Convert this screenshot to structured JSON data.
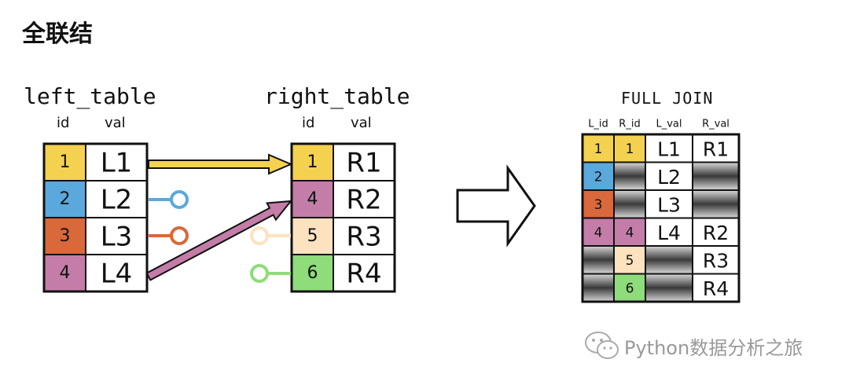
{
  "title": "全联结",
  "left_table": {
    "name": "left_table",
    "col_id": "id",
    "col_val": "val",
    "rows": [
      {
        "id": "1",
        "val": "L1",
        "color": "#f4d24f"
      },
      {
        "id": "2",
        "val": "L2",
        "color": "#5ba9dc"
      },
      {
        "id": "3",
        "val": "L3",
        "color": "#d9683a"
      },
      {
        "id": "4",
        "val": "L4",
        "color": "#c47da8"
      }
    ]
  },
  "right_table": {
    "name": "right_table",
    "col_id": "id",
    "col_val": "val",
    "rows": [
      {
        "id": "1",
        "val": "R1",
        "color": "#f4d24f"
      },
      {
        "id": "4",
        "val": "R2",
        "color": "#c47da8"
      },
      {
        "id": "5",
        "val": "R3",
        "color": "#fde2c0"
      },
      {
        "id": "6",
        "val": "R4",
        "color": "#8fdc7a"
      }
    ]
  },
  "result_table": {
    "name": "FULL JOIN",
    "headers": [
      "L_id",
      "R_id",
      "L_val",
      "R_val"
    ],
    "rows": [
      [
        {
          "t": "1",
          "c": "#f4d24f"
        },
        {
          "t": "1",
          "c": "#f4d24f"
        },
        {
          "t": "L1"
        },
        {
          "t": "R1"
        }
      ],
      [
        {
          "t": "2",
          "c": "#5ba9dc"
        },
        {
          "null": true
        },
        {
          "t": "L2"
        },
        {
          "null": true
        }
      ],
      [
        {
          "t": "3",
          "c": "#d9683a"
        },
        {
          "null": true
        },
        {
          "t": "L3"
        },
        {
          "null": true
        }
      ],
      [
        {
          "t": "4",
          "c": "#c47da8"
        },
        {
          "t": "4",
          "c": "#c47da8"
        },
        {
          "t": "L4"
        },
        {
          "t": "R2"
        }
      ],
      [
        {
          "null": true
        },
        {
          "t": "5",
          "c": "#fde2c0"
        },
        {
          "null": true
        },
        {
          "t": "R3"
        }
      ],
      [
        {
          "null": true
        },
        {
          "t": "6",
          "c": "#8fdc7a"
        },
        {
          "null": true
        },
        {
          "t": "R4"
        }
      ]
    ]
  },
  "watermark": "Python数据分析之旅"
}
